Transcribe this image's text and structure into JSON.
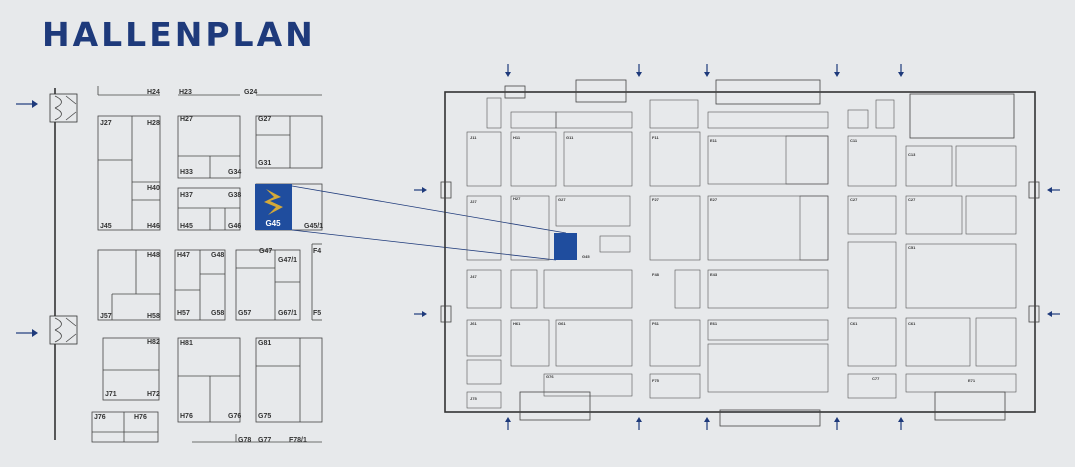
{
  "title": "HALLENPLAN",
  "colors": {
    "brand": "#1e3a7b",
    "highlight": "#1f4d9e",
    "accent_gold": "#d4a93a",
    "background": "#e7e9eb"
  },
  "highlight_booth": {
    "label": "G45",
    "logo_icon": "s-chevron-logo-icon"
  },
  "detail_labels": [
    {
      "id": "H24",
      "text": "H24"
    },
    {
      "id": "H23",
      "text": "H23"
    },
    {
      "id": "G24",
      "text": "G24"
    },
    {
      "id": "J27",
      "text": "J27"
    },
    {
      "id": "H28",
      "text": "H28"
    },
    {
      "id": "H27",
      "text": "H27"
    },
    {
      "id": "G27",
      "text": "G27"
    },
    {
      "id": "H33",
      "text": "H33"
    },
    {
      "id": "G34",
      "text": "G34"
    },
    {
      "id": "G31",
      "text": "G31"
    },
    {
      "id": "H40",
      "text": "H40"
    },
    {
      "id": "H37",
      "text": "H37"
    },
    {
      "id": "G38",
      "text": "G38"
    },
    {
      "id": "J45",
      "text": "J45"
    },
    {
      "id": "H46",
      "text": "H46"
    },
    {
      "id": "H45",
      "text": "H45"
    },
    {
      "id": "G46",
      "text": "G46"
    },
    {
      "id": "G45_1",
      "text": "G45/1"
    },
    {
      "id": "H48",
      "text": "H48"
    },
    {
      "id": "H47",
      "text": "H47"
    },
    {
      "id": "G48",
      "text": "G48"
    },
    {
      "id": "G47",
      "text": "G47"
    },
    {
      "id": "G47_1",
      "text": "G47/1"
    },
    {
      "id": "F4",
      "text": "F4"
    },
    {
      "id": "J57",
      "text": "J57"
    },
    {
      "id": "H58",
      "text": "H58"
    },
    {
      "id": "H57",
      "text": "H57"
    },
    {
      "id": "G58",
      "text": "G58"
    },
    {
      "id": "G57",
      "text": "G57"
    },
    {
      "id": "G67_1",
      "text": "G67/1"
    },
    {
      "id": "F5",
      "text": "F5"
    },
    {
      "id": "H82",
      "text": "H82"
    },
    {
      "id": "H81",
      "text": "H81"
    },
    {
      "id": "G81",
      "text": "G81"
    },
    {
      "id": "J71",
      "text": "J71"
    },
    {
      "id": "H72",
      "text": "H72"
    },
    {
      "id": "H76",
      "text": "H76"
    },
    {
      "id": "G76",
      "text": "G76"
    },
    {
      "id": "G75",
      "text": "G75"
    },
    {
      "id": "J76",
      "text": "J76"
    },
    {
      "id": "H76b",
      "text": "H76"
    },
    {
      "id": "G78",
      "text": "G78"
    },
    {
      "id": "G77",
      "text": "G77"
    },
    {
      "id": "F78_1",
      "text": "F78/1"
    }
  ]
}
